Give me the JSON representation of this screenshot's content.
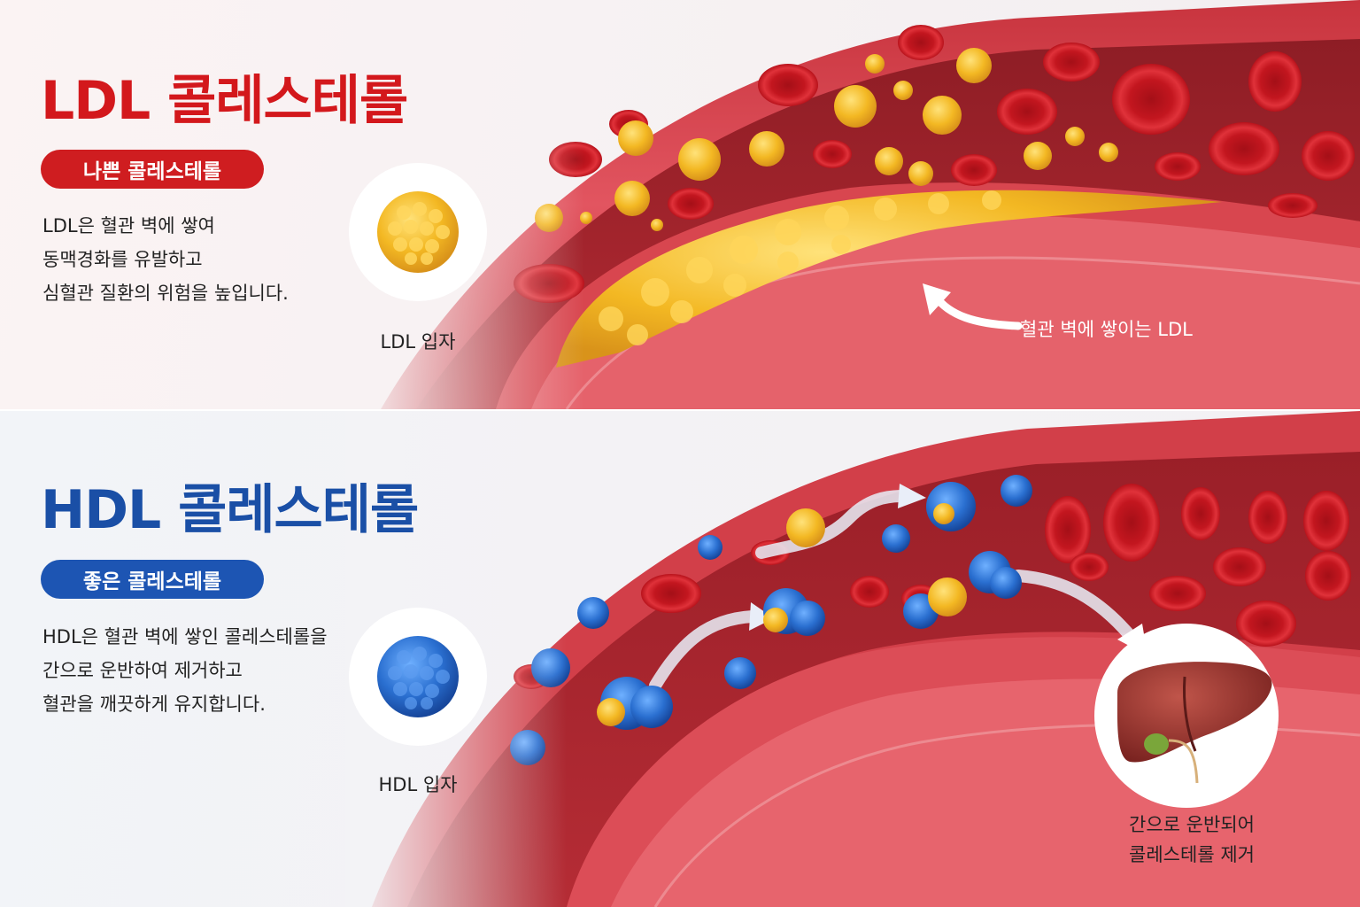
{
  "ldl": {
    "title": "LDL 콜레스테롤",
    "badge": "나쁜 콜레스테롤",
    "description": [
      "LDL은 혈관 벽에 쌓여",
      "동맥경화를 유발하고",
      "심혈관 질환의 위험을 높입니다."
    ],
    "particle_label": "LDL 입자",
    "plaque_label": "혈관 벽에 쌓이는 LDL",
    "colors": {
      "accent": "#d3181c",
      "particle": "#f0b322"
    }
  },
  "hdl": {
    "title": "HDL 콜레스테롤",
    "badge": "좋은 콜레스테롤",
    "description": [
      "HDL은 혈관 벽에 쌓인 콜레스테롤을",
      "간으로 운반하여 제거하고",
      "혈관을 깨끗하게 유지합니다."
    ],
    "particle_label": "HDL 입자",
    "liver_label": [
      "간으로 운반되어",
      "콜레스테롤 제거"
    ],
    "colors": {
      "accent": "#1a4fa6",
      "particle": "#2a6fd0"
    }
  },
  "icons": [
    "ldl-particle-icon",
    "hdl-particle-icon",
    "liver-icon",
    "arrow-icon",
    "red-blood-cell-icon"
  ]
}
